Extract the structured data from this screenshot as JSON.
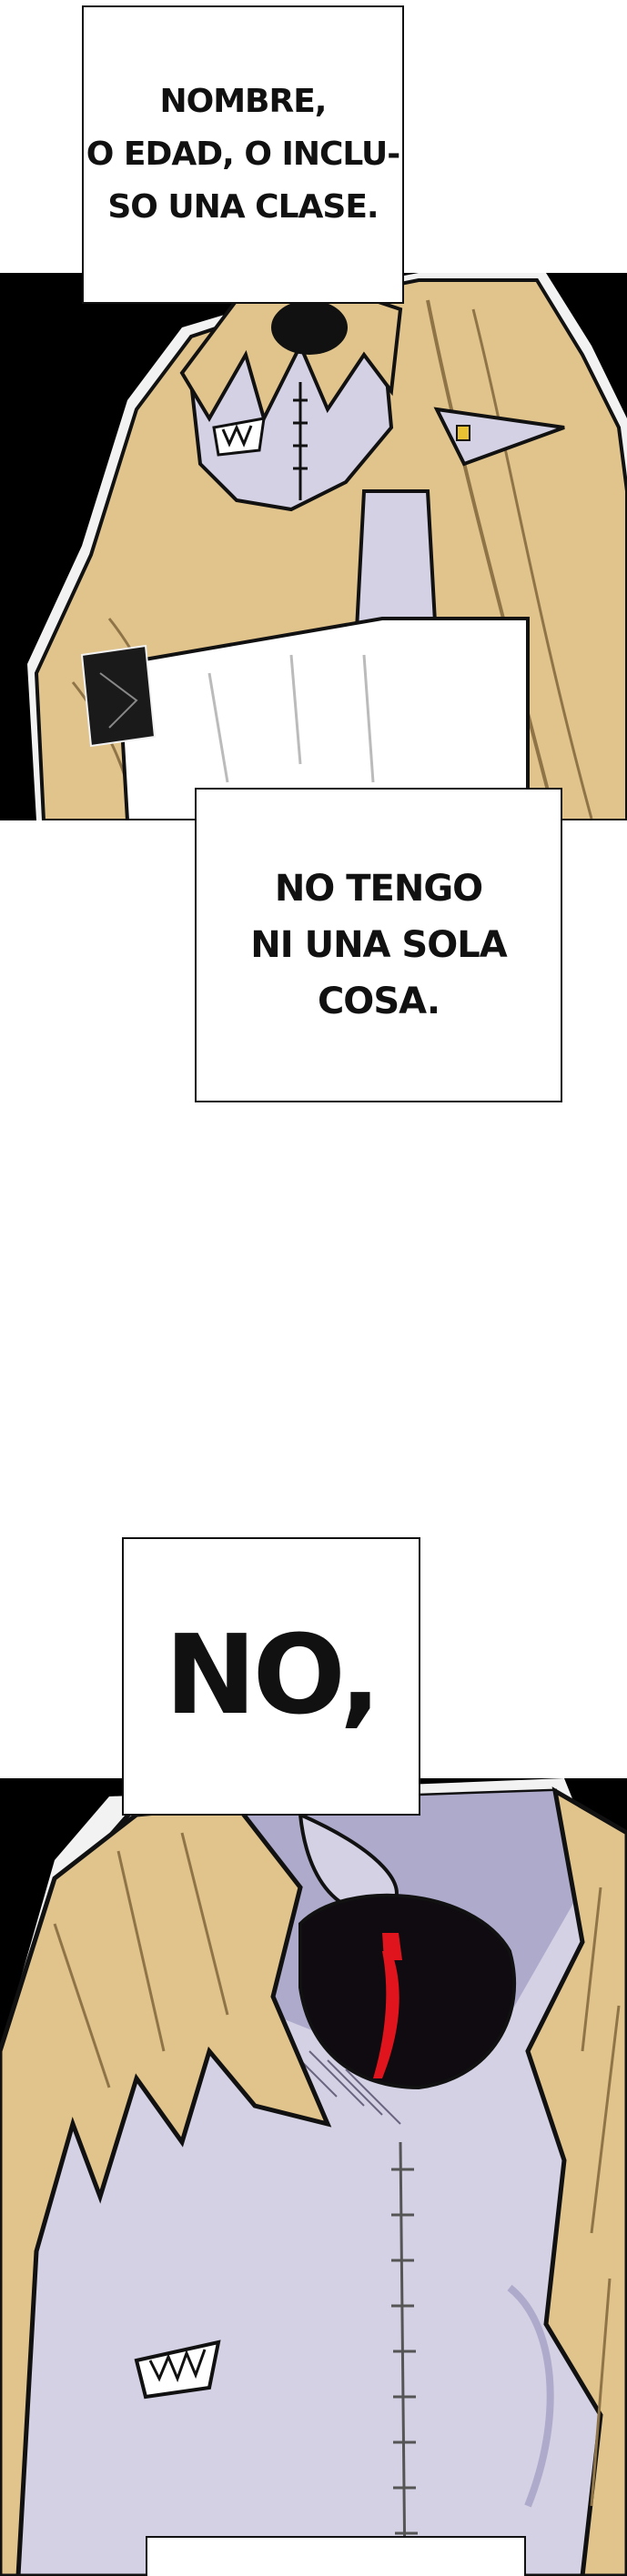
{
  "captions": [
    {
      "text": "NOMBRE,\nO EDAD, O INCLU-\nSO UNA CLASE."
    },
    {
      "text": "NO TENGO\nNI UNA SOLA\nCOSA."
    },
    {
      "text": "NO,"
    },
    {
      "text": ""
    }
  ],
  "colors": {
    "background": "#ffffff",
    "panel_black": "#000000",
    "hair": "#e1c48c",
    "hair_shadow": "#b89860",
    "skin": "#d4d1e4",
    "skin_shadow": "#aeaacb",
    "eye_red": "#e0141c",
    "outline": "#111111"
  }
}
